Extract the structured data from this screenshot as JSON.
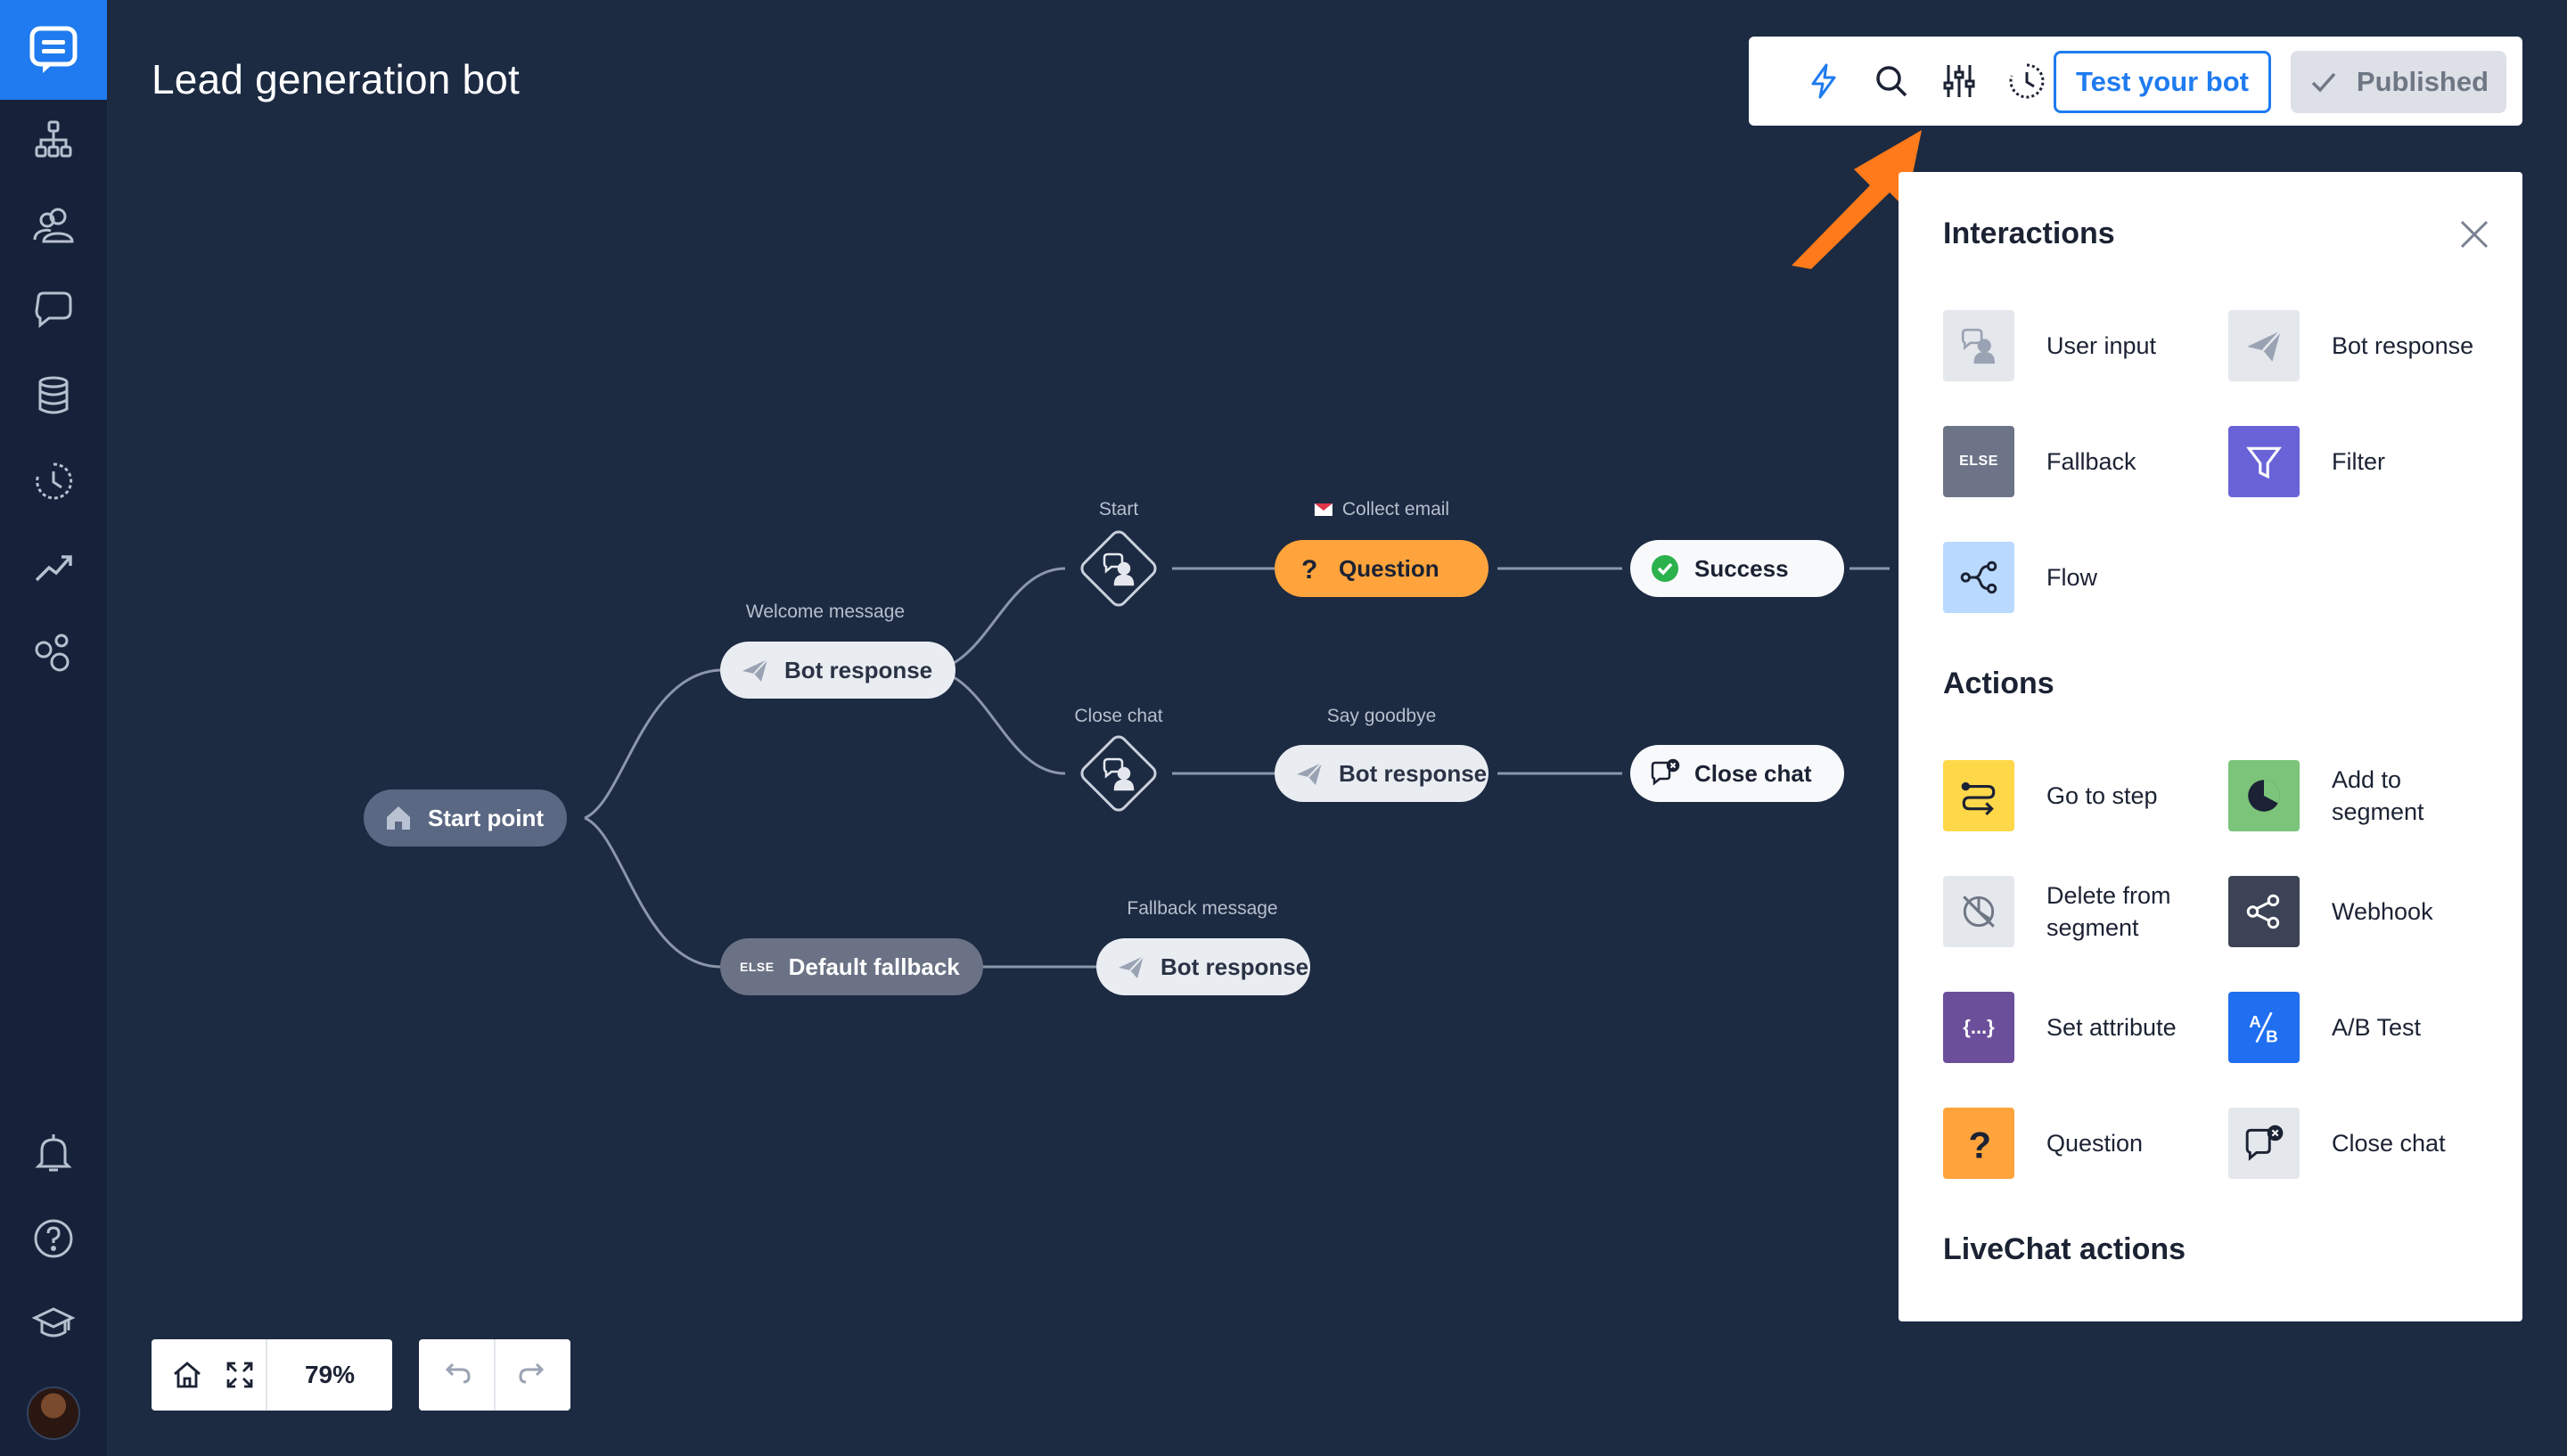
{
  "app": {
    "title": "Lead generation bot"
  },
  "sidebar": {
    "items": [
      {
        "name": "sidebar-item-bots",
        "icon": "sitemap-icon"
      },
      {
        "name": "sidebar-item-users",
        "icon": "users-icon"
      },
      {
        "name": "sidebar-item-chats",
        "icon": "chat-icon"
      },
      {
        "name": "sidebar-item-data",
        "icon": "database-icon"
      },
      {
        "name": "sidebar-item-history",
        "icon": "history-icon"
      },
      {
        "name": "sidebar-item-reports",
        "icon": "trend-icon"
      },
      {
        "name": "sidebar-item-integrations",
        "icon": "bubbles-icon"
      }
    ],
    "bottom": [
      {
        "name": "sidebar-item-notifications",
        "icon": "bell-icon"
      },
      {
        "name": "sidebar-item-help",
        "icon": "help-icon"
      },
      {
        "name": "sidebar-item-academy",
        "icon": "graduation-icon"
      }
    ]
  },
  "toolbar": {
    "test_label": "Test your bot",
    "published_label": "Published",
    "icons": [
      "lightning-icon",
      "search-icon",
      "sliders-icon",
      "history-icon"
    ]
  },
  "flow": {
    "start": {
      "label": "Start point"
    },
    "welcome": {
      "caption": "Welcome message",
      "label": "Bot response"
    },
    "start_input": {
      "caption": "Start"
    },
    "collect_email": {
      "caption": "Collect email",
      "label": "Question"
    },
    "success": {
      "label": "Success"
    },
    "close_input": {
      "caption": "Close chat"
    },
    "say_goodbye": {
      "caption": "Say goodbye",
      "label": "Bot response"
    },
    "close_chat": {
      "label": "Close chat"
    },
    "fallback": {
      "label": "Default fallback",
      "badge": "ELSE"
    },
    "fallback_msg": {
      "caption": "Fallback message",
      "label": "Bot response"
    }
  },
  "panel": {
    "interactions_title": "Interactions",
    "interactions": [
      {
        "label": "User input",
        "icon": "user-input-icon",
        "color": "#e4e7ec"
      },
      {
        "label": "Bot response",
        "icon": "paper-plane-icon",
        "color": "#e4e7ec"
      },
      {
        "label": "Fallback",
        "icon": "else-icon",
        "color": "#6d7488",
        "badge": "ELSE"
      },
      {
        "label": "Filter",
        "icon": "filter-icon",
        "color": "#6a63d8"
      },
      {
        "label": "Flow",
        "icon": "flow-icon",
        "color": "#b9d9ff"
      }
    ],
    "actions_title": "Actions",
    "actions": [
      {
        "label": "Go to step",
        "icon": "goto-icon",
        "color": "#ffd84a"
      },
      {
        "label": "Add to segment",
        "icon": "segment-icon",
        "color": "#7bc47a"
      },
      {
        "label": "Delete from segment",
        "icon": "segment-remove-icon",
        "color": "#e4e7ec"
      },
      {
        "label": "Webhook",
        "icon": "webhook-icon",
        "color": "#3d4356"
      },
      {
        "label": "Set attribute",
        "icon": "attribute-icon",
        "color": "#6b4f9a",
        "badge": "{...}"
      },
      {
        "label": "A/B Test",
        "icon": "ab-test-icon",
        "color": "#1f6ff0"
      },
      {
        "label": "Question",
        "icon": "question-icon",
        "color": "#ffa43c"
      },
      {
        "label": "Close chat",
        "icon": "close-chat-icon",
        "color": "#e4e7ec"
      }
    ],
    "livechat_title": "LiveChat actions"
  },
  "controls": {
    "zoom": "79%"
  },
  "colors": {
    "accent": "#1f7bef",
    "background": "#1c2a42",
    "sidebar": "#16223a",
    "orange": "#ff7a1a"
  }
}
